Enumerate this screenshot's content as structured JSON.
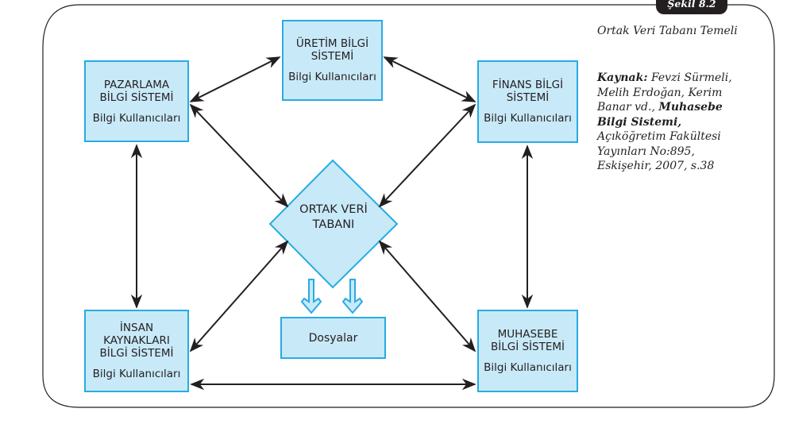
{
  "figure": {
    "badge": "Şekil 8.2",
    "caption": "Ortak Veri Tabanı Temeli",
    "source": {
      "label": "Kaynak:",
      "authors": "Fevzi Sürmeli, Melih Erdoğan, Kerim Banar vd.,",
      "book_title": "Muhasebe Bilgi Sistemi,",
      "publisher": "Açıköğretim Fakültesi Yayınları No:895, Eskişehir, 2007, s.38"
    }
  },
  "diagram": {
    "colors": {
      "fill": "#c8e9f8",
      "border": "#29abe2",
      "text": "#231f20",
      "arrow": "#231f20"
    },
    "nodes": {
      "uretim": {
        "title": "ÜRETİM BİLGİ\nSİSTEMİ",
        "users": "Bilgi Kullanıcıları"
      },
      "pazarlama": {
        "title": "PAZARLAMA\nBİLGİ SİSTEMİ",
        "users": "Bilgi Kullanıcıları"
      },
      "finans": {
        "title": "FİNANS BİLGİ\nSİSTEMİ",
        "users": "Bilgi Kullanıcıları"
      },
      "insan": {
        "title": "İNSAN\nKAYNAKLARI\nBİLGİ SİSTEMİ",
        "users": "Bilgi Kullanıcıları"
      },
      "muhasebe": {
        "title": "MUHASEBE\nBİLGİ SİSTEMİ",
        "users": "Bilgi Kullanıcıları"
      },
      "database": {
        "title": "ORTAK VERİ\nTABANI"
      },
      "files": {
        "title": "Dosyalar"
      }
    },
    "edges": [
      {
        "from": "pazarlama",
        "to": "uretim",
        "type": "bidirectional"
      },
      {
        "from": "uretim",
        "to": "finans",
        "type": "bidirectional"
      },
      {
        "from": "pazarlama",
        "to": "database",
        "type": "bidirectional"
      },
      {
        "from": "finans",
        "to": "database",
        "type": "bidirectional"
      },
      {
        "from": "pazarlama",
        "to": "insan",
        "type": "bidirectional"
      },
      {
        "from": "finans",
        "to": "muhasebe",
        "type": "bidirectional"
      },
      {
        "from": "insan",
        "to": "database",
        "type": "bidirectional"
      },
      {
        "from": "muhasebe",
        "to": "database",
        "type": "bidirectional"
      },
      {
        "from": "insan",
        "to": "muhasebe",
        "type": "bidirectional"
      },
      {
        "from": "database",
        "to": "files",
        "type": "hollow-down",
        "count": 2
      }
    ]
  }
}
